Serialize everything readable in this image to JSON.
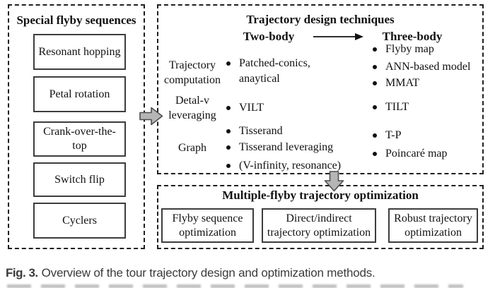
{
  "left_panel": {
    "title": "Special flyby sequences",
    "items": [
      "Resonant hopping",
      "Petal rotation",
      "Crank-over-the-top",
      "Switch flip",
      "Cyclers"
    ]
  },
  "top_panel": {
    "title": "Trajectory design techniques",
    "two_body_label": "Two-body",
    "three_body_label": "Three-body",
    "categories": [
      "Trajectory computation",
      "Detal-v leveraging",
      "Graph"
    ],
    "two_body_items": [
      "Patched-conics,",
      "anaytical",
      "VILT",
      "Tisserand",
      "Tisserand leveraging",
      "(V-infinity, resonance)"
    ],
    "three_body_items": [
      "Flyby map",
      "ANN-based model",
      "MMAT",
      "TILT",
      "T-P",
      "Poincaré map"
    ]
  },
  "bottom_panel": {
    "title": "Multiple-flyby trajectory optimization",
    "boxes": [
      "Flyby sequence optimization",
      "Direct/indirect trajectory optimization",
      "Robust trajectory optimization"
    ]
  },
  "caption": {
    "label": "Fig. 3.",
    "text": "Overview of the tour trajectory design and optimization methods."
  },
  "colors": {
    "block_arrow_fill": "#b5b5b5",
    "block_arrow_stroke": "#4d4d4d",
    "dashed_border": "#1f1f1f",
    "box_border": "#3d3d3d",
    "caption_text": "#3b3b3b"
  }
}
